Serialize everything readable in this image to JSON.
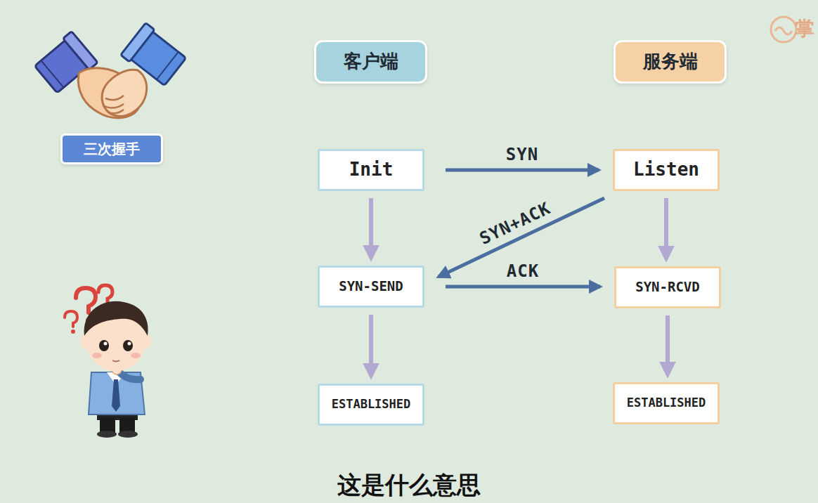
{
  "diagram": {
    "caption": "这是什么意思",
    "nodes": [
      {
        "text": [
          "三次握手"
        ]
      },
      {
        "text": [
          "客户端"
        ]
      },
      {
        "text": [
          "服务端"
        ]
      },
      {
        "text": [
          "Init"
        ]
      },
      {
        "text": [
          "Listen"
        ]
      },
      {
        "text": [
          "SYN-SEND"
        ]
      },
      {
        "text": [
          "SYN-RCVD"
        ]
      },
      {
        "text": [
          "ESTABLISHED"
        ]
      },
      {
        "text": [
          "ESTABLISHED"
        ]
      }
    ],
    "edges": [
      {
        "from": 3,
        "to": 4,
        "arrow": "to",
        "label": "SYN"
      },
      {
        "from": 4,
        "to": 5,
        "arrow": "to",
        "label": "SYN+ACK"
      },
      {
        "from": 5,
        "to": 6,
        "arrow": "to",
        "label": "ACK"
      },
      {
        "from": 3,
        "to": 5,
        "arrow": "to"
      },
      {
        "from": 5,
        "to": 7,
        "arrow": "to"
      },
      {
        "from": 4,
        "to": 6,
        "arrow": "to"
      },
      {
        "from": 6,
        "to": 8,
        "arrow": "to"
      }
    ],
    "labels": [
      "掌"
    ]
  }
}
